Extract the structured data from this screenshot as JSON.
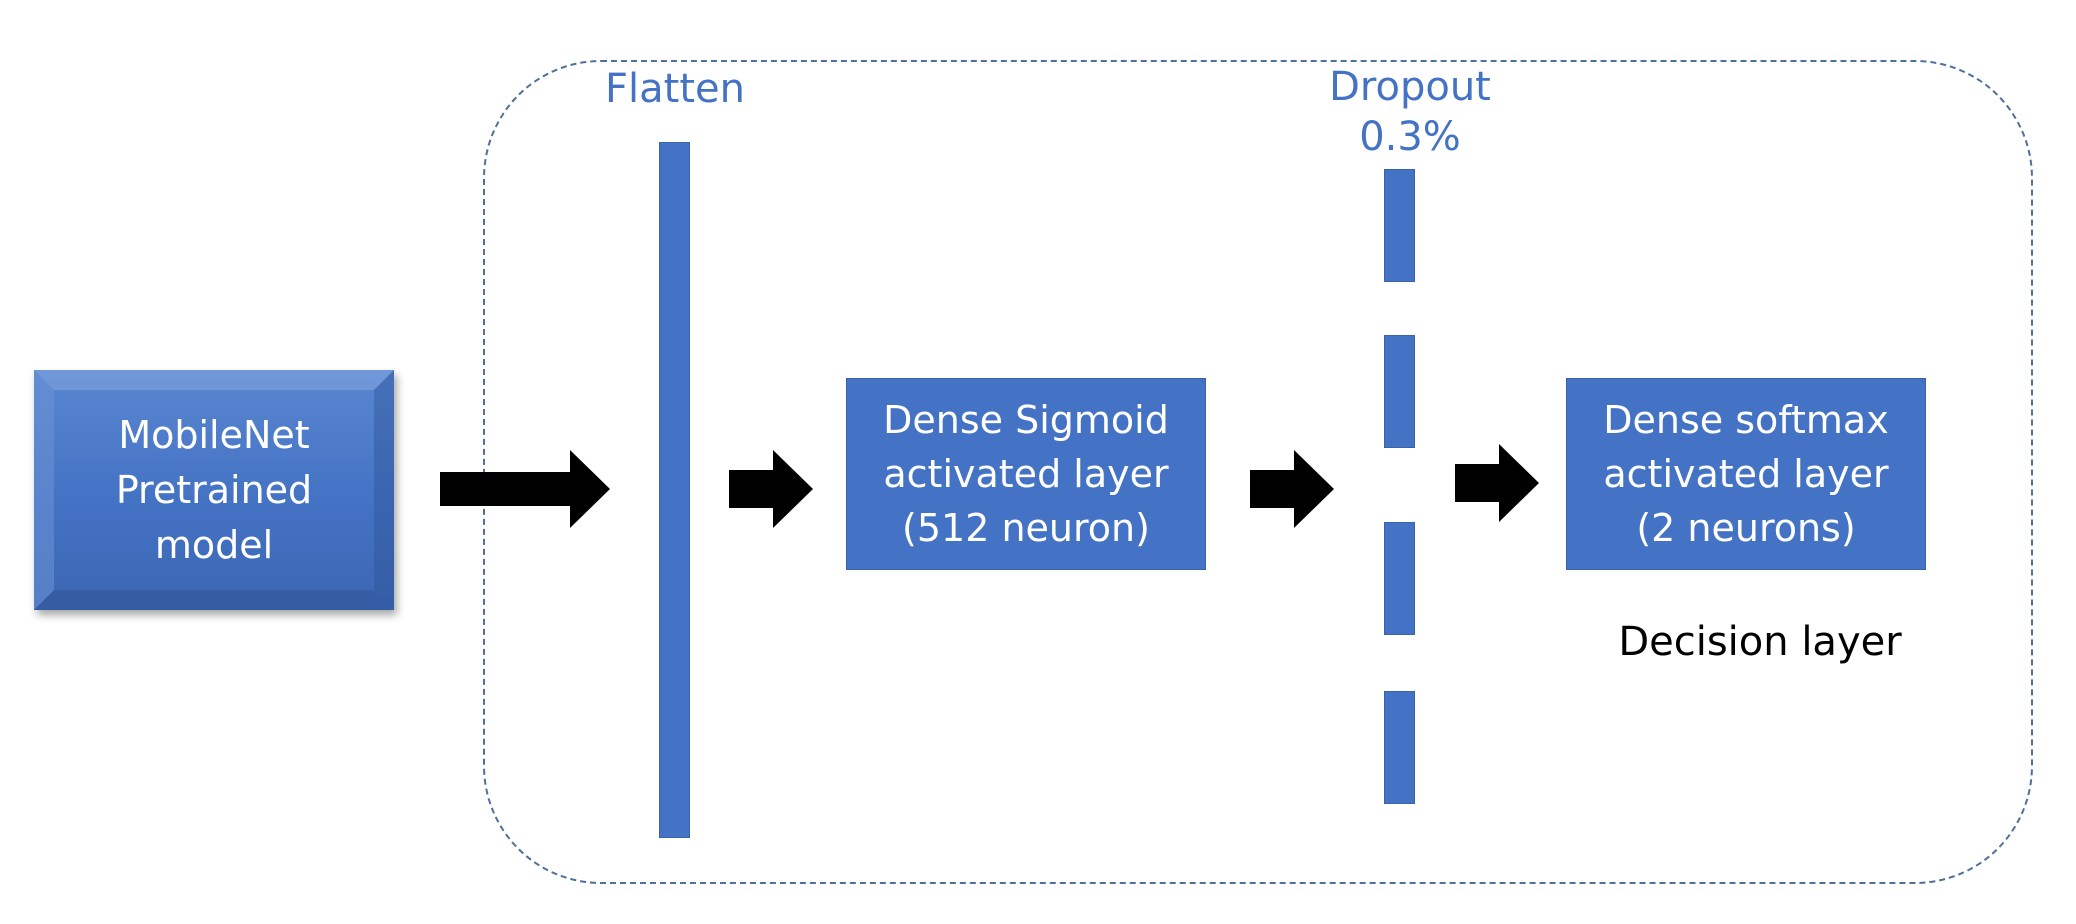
{
  "diagram": {
    "pretrained_model": {
      "lines": [
        "MobileNet",
        "Pretrained",
        "model"
      ]
    },
    "flatten_layer": {
      "label": "Flatten"
    },
    "dense_sigmoid_layer": {
      "lines": [
        "Dense Sigmoid",
        "activated layer",
        "(512 neuron)"
      ]
    },
    "dropout_layer": {
      "lines": [
        "Dropout",
        "0.3%"
      ]
    },
    "dense_softmax_layer": {
      "lines": [
        "Dense softmax",
        "activated layer",
        "(2 neurons)"
      ]
    },
    "decision_layer": {
      "label": "Decision layer"
    }
  },
  "colors": {
    "block_fill": "#4472c4",
    "container_border": "#4f6f9c",
    "arrow": "#000000",
    "label_blue": "#4472c4"
  }
}
